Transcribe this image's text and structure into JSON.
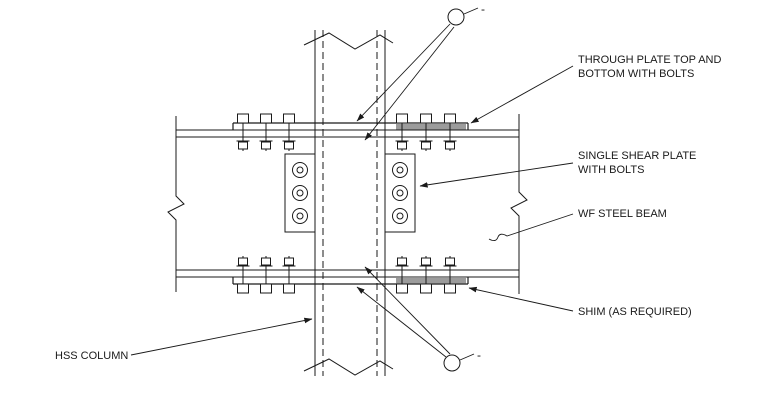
{
  "drawing": {
    "type": "structural-steel-connection-detail",
    "labels": {
      "through_plate_line1": "THROUGH PLATE TOP AND",
      "through_plate_line2": "BOTTOM WITH BOLTS",
      "shear_plate_line1": "SINGLE SHEAR PLATE",
      "shear_plate_line2": "WITH BOLTS",
      "wf_beam": "WF STEEL BEAM",
      "shim": "SHIM (AS REQUIRED)",
      "hss_column": "HSS COLUMN"
    },
    "detail_marks": {
      "top": "-",
      "bottom": "-"
    },
    "colors": {
      "line": "#1a1a1a",
      "shim": "#9c9c9c"
    }
  }
}
